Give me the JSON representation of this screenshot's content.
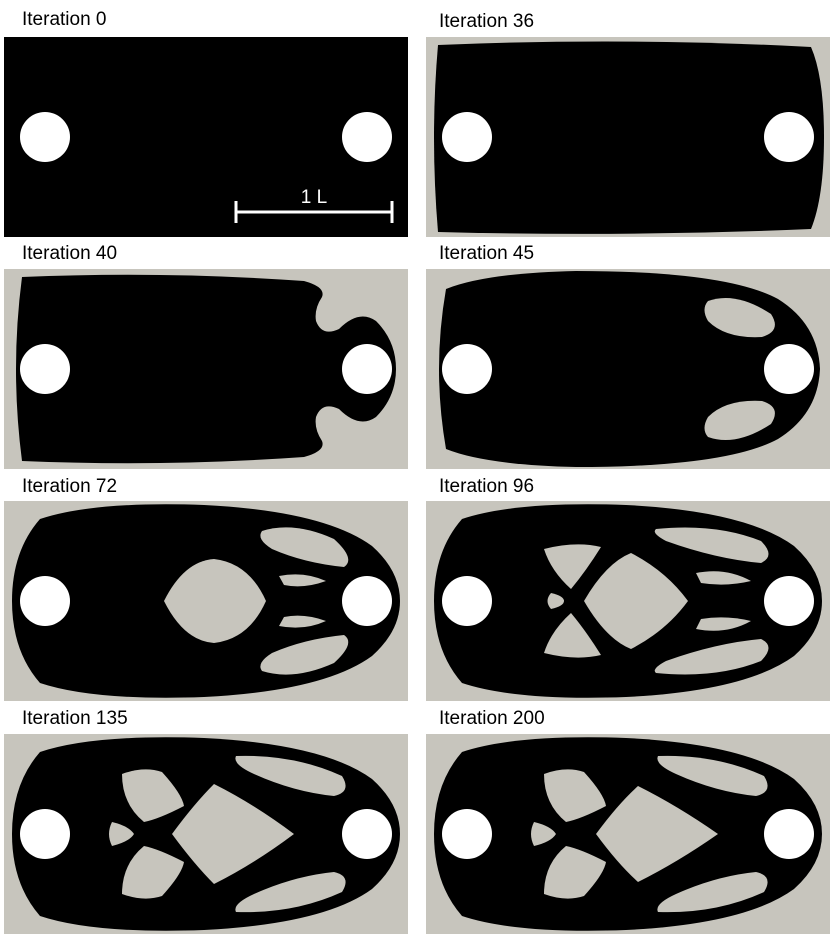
{
  "panels": [
    {
      "label": "Iteration 0"
    },
    {
      "label": "Iteration 36"
    },
    {
      "label": "Iteration 40"
    },
    {
      "label": "Iteration 45"
    },
    {
      "label": "Iteration 72"
    },
    {
      "label": "Iteration 96"
    },
    {
      "label": "Iteration 135"
    },
    {
      "label": "Iteration 200"
    }
  ],
  "scale_bar": {
    "label": "1 L"
  },
  "colors": {
    "material": "#000000",
    "void": "#c7c5bd",
    "hole": "#ffffff"
  }
}
